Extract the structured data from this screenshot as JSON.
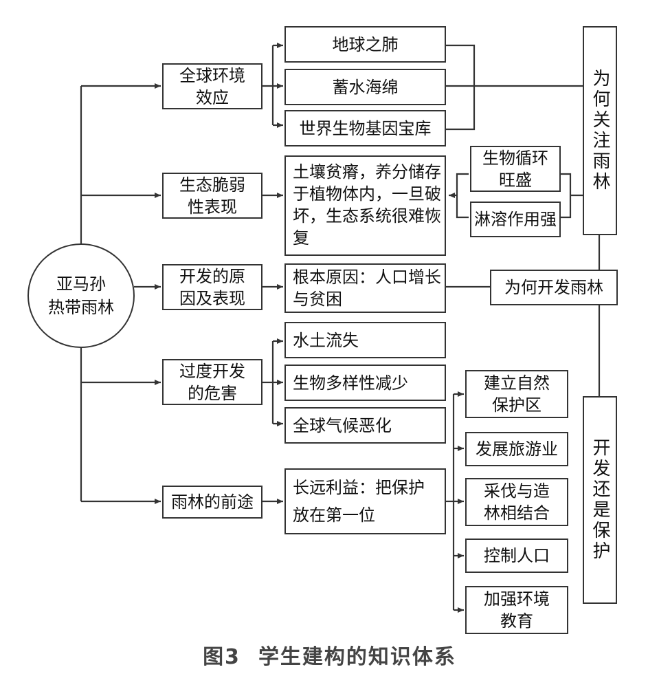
{
  "center": {
    "text": "亚马孙\n热带雨林"
  },
  "branches": {
    "effect": "全球环境\n效应",
    "fragile": "生态脆弱\n性表现",
    "cause": "开发的原\n因及表现",
    "harm": "过度开发\n的危害",
    "future": "雨林的前途"
  },
  "effects": {
    "lung": "地球之肺",
    "sponge": "蓄水海绵",
    "genebank": "世界生物基因宝库"
  },
  "fragile_detail": "土壤贫瘠，养分储存于植物体内，一旦破坏，生态系统很难恢复",
  "fragile_reasons": {
    "cycle": "生物循环\n旺盛",
    "leach": "淋溶作用强"
  },
  "cause_detail": "根本原因：人口增长与贫困",
  "harms": {
    "erosion": "水土流失",
    "biodiversity": "生物多样性减少",
    "climate": "全球气候恶化"
  },
  "future_detail": "长远利益：把保护\n放在第一位",
  "measures": {
    "reserve": "建立自然\n保护区",
    "tourism": "发展旅游业",
    "logging": "采伐与造\n林相结合",
    "population": "控制人口",
    "education": "加强环境\n教育"
  },
  "questions": {
    "why_care": "为何关注雨林",
    "why_develop": "为何开发雨林",
    "dev_or_protect": "开发还是保护"
  },
  "caption": {
    "figure": "图3",
    "title": "学生建构的知识体系"
  }
}
